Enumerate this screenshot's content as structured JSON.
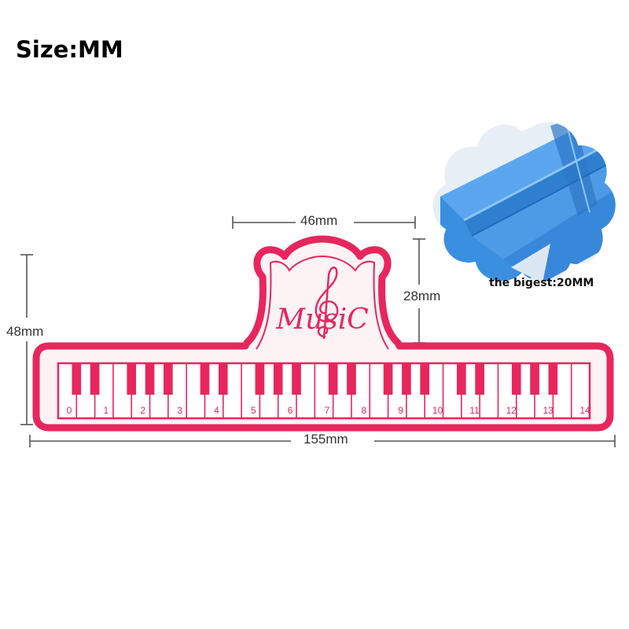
{
  "title": "Size:MM",
  "dimensions": {
    "top_width": "46mm",
    "top_height": "28mm",
    "total_height": "48mm",
    "total_width": "155mm"
  },
  "logo_text": "MusiC",
  "inset": {
    "caption": "the bigest:20MM"
  },
  "scale_numbers": [
    "0",
    "1",
    "2",
    "3",
    "4",
    "5",
    "6",
    "7",
    "8",
    "9",
    "10",
    "11",
    "12",
    "13",
    "14"
  ],
  "colors": {
    "clip_pink": "#e8265e",
    "clip_fill": "#fdf3f5",
    "inset_blue": "#3a8fe0"
  }
}
